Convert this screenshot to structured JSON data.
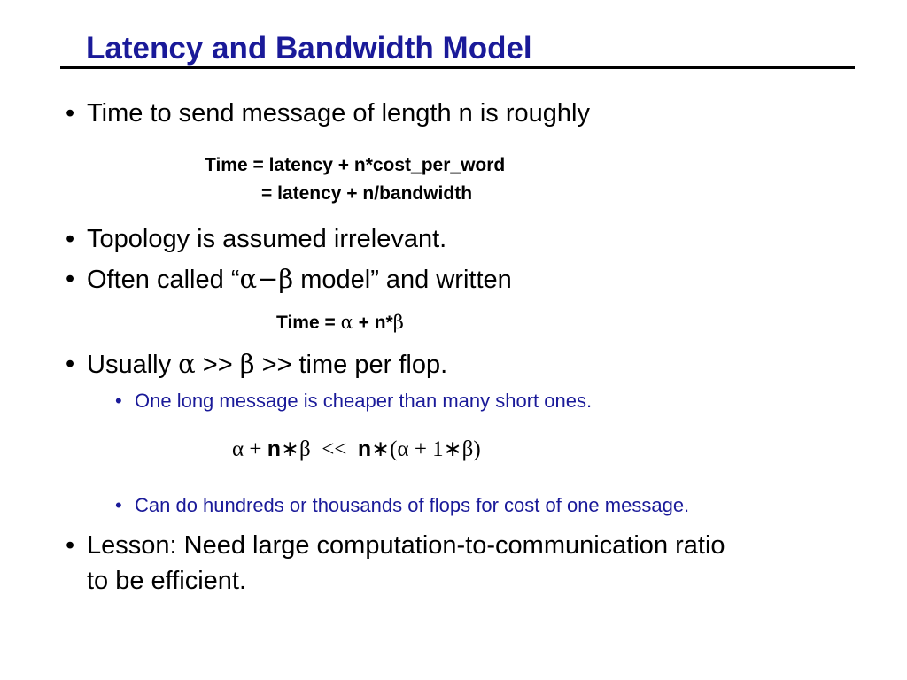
{
  "slide": {
    "title": "Latency and Bandwidth Model",
    "colors": {
      "title": "#1a1a99",
      "sub_bullet": "#1a1a99",
      "text": "#000000",
      "rule": "#000000"
    },
    "bullet_glyph": "•",
    "b1": {
      "text": "Time to send message of length n is roughly"
    },
    "f1": {
      "line1": "Time = latency + n*cost_per_word",
      "line2": "= latency + n/bandwidth"
    },
    "b2": {
      "text": "Topology is assumed irrelevant."
    },
    "b3": {
      "pre": "Often called “",
      "alpha": "α",
      "dash": "−",
      "beta": "β",
      "post": " model” and written"
    },
    "f2": {
      "pre": "Time = ",
      "alpha": "α",
      "mid": " + n*",
      "beta": "β"
    },
    "b4": {
      "pre": "Usually ",
      "alpha": "α",
      "gt1": " >> ",
      "beta": "β",
      "post": " >> time per flop."
    },
    "s1": {
      "text": "One long message is cheaper than many short ones."
    },
    "f3": {
      "alpha": "α",
      "plus": " + ",
      "n": "n",
      "star": "∗",
      "beta": "β",
      "lt": "  <<  ",
      "n2": "n",
      "star2": "∗",
      "open": "(",
      "alpha2": "α",
      "plus2": " + ",
      "one": "1",
      "star3": "∗",
      "beta2": "β",
      "close": ")"
    },
    "s2": {
      "text": "Can do hundreds or thousands of flops for cost of one message."
    },
    "b5": {
      "line1": "Lesson:  Need large computation-to-communication ratio",
      "line2": "to be efficient."
    }
  }
}
